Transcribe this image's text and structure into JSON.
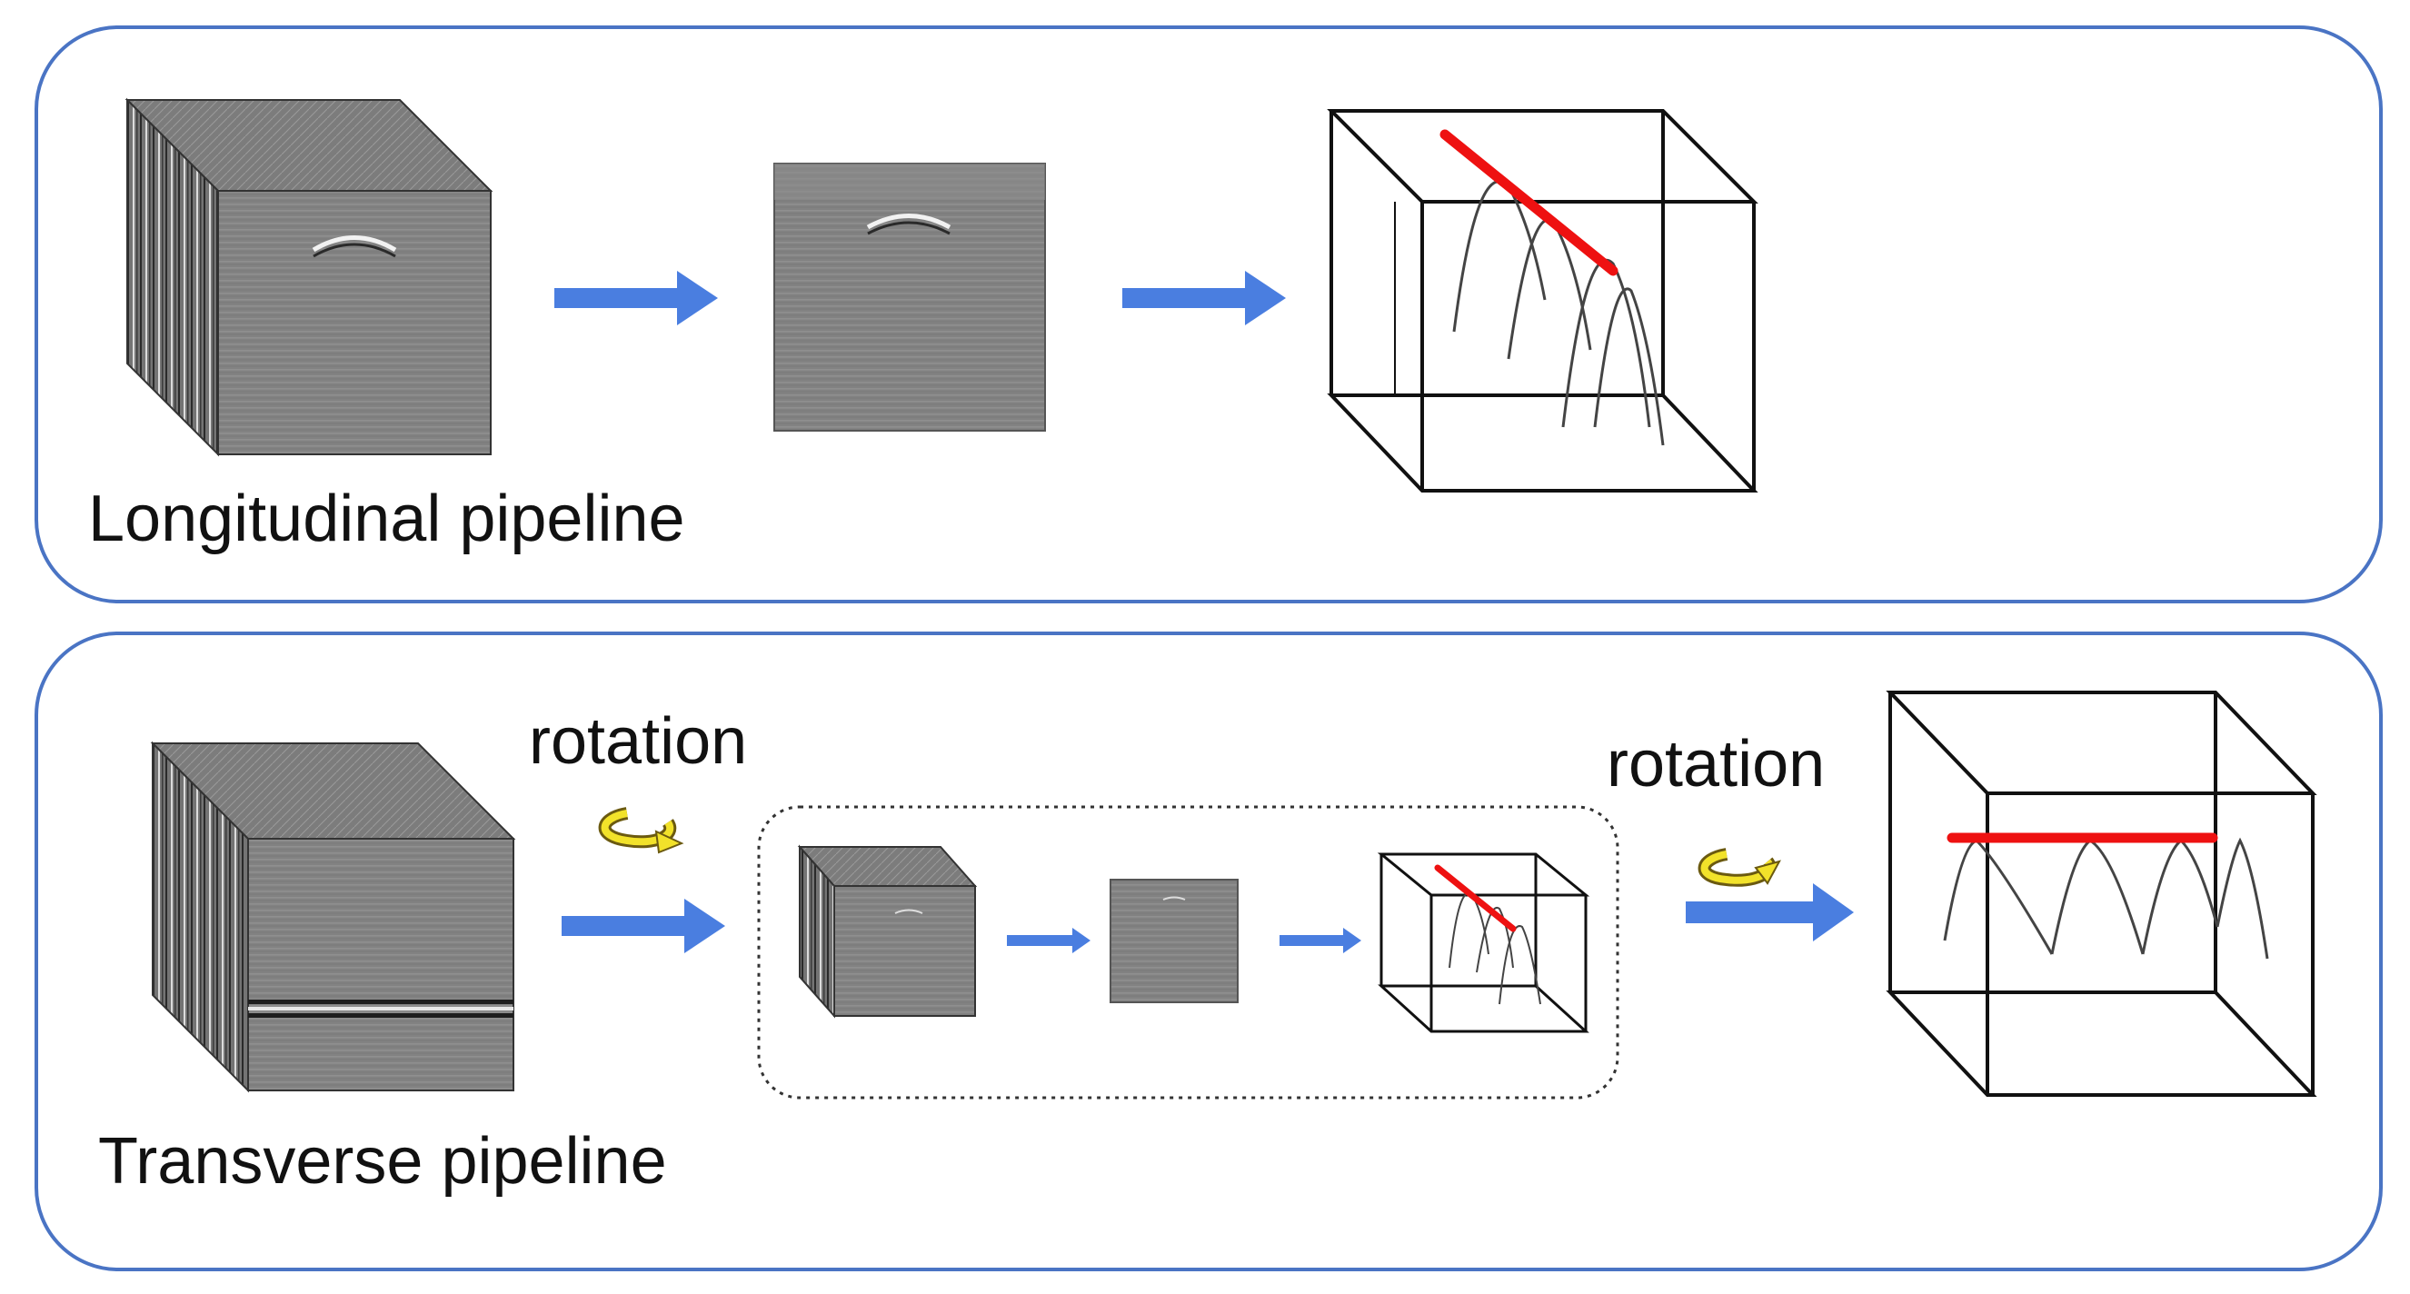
{
  "panels": {
    "longitudinal": {
      "caption": "Longitudinal pipeline"
    },
    "transverse": {
      "caption": "Transverse pipeline",
      "rotation_label_left": "rotation",
      "rotation_label_right": "rotation"
    }
  },
  "colors": {
    "panel_border": "#4a74c4",
    "arrow": "#4a7ee0",
    "cut_line": "#ee1111",
    "rotation_icon": "#f2e22a",
    "wireframe": "#111111",
    "radar_gray": "#808080"
  },
  "icons": {
    "arrow": "right-arrow-icon",
    "rotation": "rotation-icon"
  }
}
